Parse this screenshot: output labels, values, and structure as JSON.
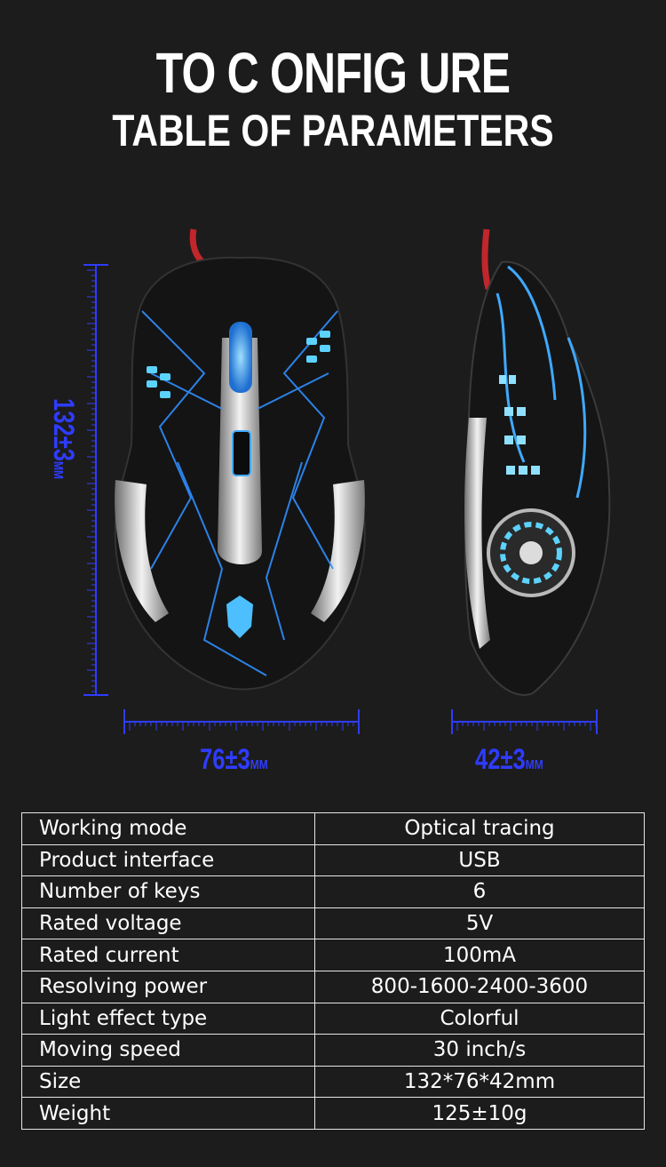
{
  "header": {
    "title": "TO C ONFIG URE",
    "subtitle": "TABLE OF PARAMETERS"
  },
  "dimensions": {
    "height": {
      "value": "132±3",
      "unit": "MM"
    },
    "width": {
      "value": "76±3",
      "unit": "MM"
    },
    "depth": {
      "value": "42±3",
      "unit": "MM"
    }
  },
  "colors": {
    "accent_blue": "#2f3cff",
    "glow_blue": "#3fa9ff",
    "background": "#1c1c1c"
  },
  "specs": [
    {
      "label": "Working mode",
      "value": "Optical tracing"
    },
    {
      "label": "Product interface",
      "value": "USB"
    },
    {
      "label": "Number of keys",
      "value": "6"
    },
    {
      "label": "Rated voltage",
      "value": "5V"
    },
    {
      "label": "Rated current",
      "value": "100mA"
    },
    {
      "label": "Resolving power",
      "value": "800-1600-2400-3600"
    },
    {
      "label": "Light effect type",
      "value": "Colorful"
    },
    {
      "label": "Moving speed",
      "value": "30 inch/s"
    },
    {
      "label": "Size",
      "value": "132*76*42mm"
    },
    {
      "label": "Weight",
      "value": "125±10g"
    }
  ]
}
